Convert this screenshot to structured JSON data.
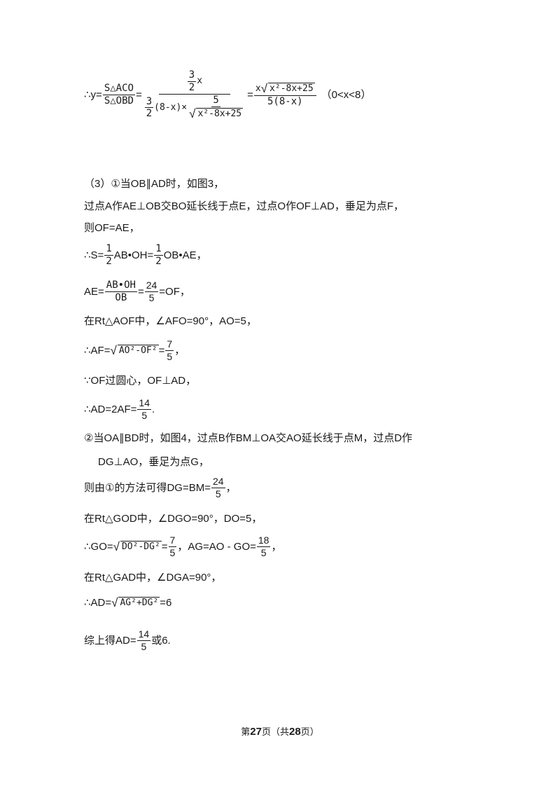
{
  "line1": {
    "therefore_y": "∴y=",
    "s_aco": "S△ACO",
    "s_obd": "S△OBD",
    "eq": "=",
    "big_num_top": "3",
    "big_num_bot": "2",
    "big_num_x": "x",
    "den_frac_top": "3",
    "den_frac_bot": "2",
    "den_mid": "(8-x)×",
    "den_sqrt_num": "5",
    "den_sqrt_under": "x²-8x+25",
    "eq2": "=",
    "res_num_x": "x",
    "res_num_under": "x²-8x+25",
    "res_den": "5(8-x)",
    "domain": "（0<x<8）"
  },
  "l_case3": "（3）①当OB∥AD时，如图3，",
  "l_construct": "过点A作AE⊥OB交BO延长线于点E，过点O作OF⊥AD，垂足为点F，",
  "l_of_ae": "则OF=AE，",
  "l_s": {
    "pre": "∴S=",
    "f1n": "1",
    "f1d": "2",
    "mid": "AB•OH=",
    "f2n": "1",
    "f2d": "2",
    "post": "OB•AE，"
  },
  "l_ae": {
    "pre": "AE=",
    "fn": "AB•OH",
    "fd": "OB",
    "eq": "=",
    "vn": "24",
    "vd": "5",
    "post": "=OF，"
  },
  "l_rt_aof": "在Rt△AOF中，∠AFO=90°，AO=5，",
  "l_af": {
    "pre": "∴AF=",
    "under": "AO²-OF²",
    "eq": "=",
    "vn": "7",
    "vd": "5",
    "post": "，"
  },
  "l_of_center": "∵OF过圆心，OF⊥AD，",
  "l_ad1": {
    "pre": "∴AD=2AF=",
    "vn": "14",
    "vd": "5",
    "post": "."
  },
  "l_case2a": "②当OA∥BD时，如图4，过点B作BM⊥OA交AO延长线于点M，过点D作",
  "l_case2b": "DG⊥AO，垂足为点G，",
  "l_dg": {
    "pre": "则由①的方法可得DG=BM=",
    "vn": "24",
    "vd": "5",
    "post": "，"
  },
  "l_rt_god": "在Rt△GOD中，∠DGO=90°，DO=5，",
  "l_go": {
    "pre": "∴GO=",
    "under": "DO²-DG²",
    "eq": "=",
    "vn": "7",
    "vd": "5",
    "mid": "，AG=AO - GO=",
    "v2n": "18",
    "v2d": "5",
    "post": "，"
  },
  "l_rt_gad": "在Rt△GAD中，∠DGA=90°，",
  "l_ad2": {
    "pre": "∴AD=",
    "under": "AG²+DG²",
    "post": "=6"
  },
  "l_summary": {
    "pre": "综上得AD=",
    "vn": "14",
    "vd": "5",
    "post": "或6."
  },
  "footer": {
    "pre": "第",
    "page": "27",
    "mid": "页（共",
    "total": "28",
    "post": "页）"
  }
}
